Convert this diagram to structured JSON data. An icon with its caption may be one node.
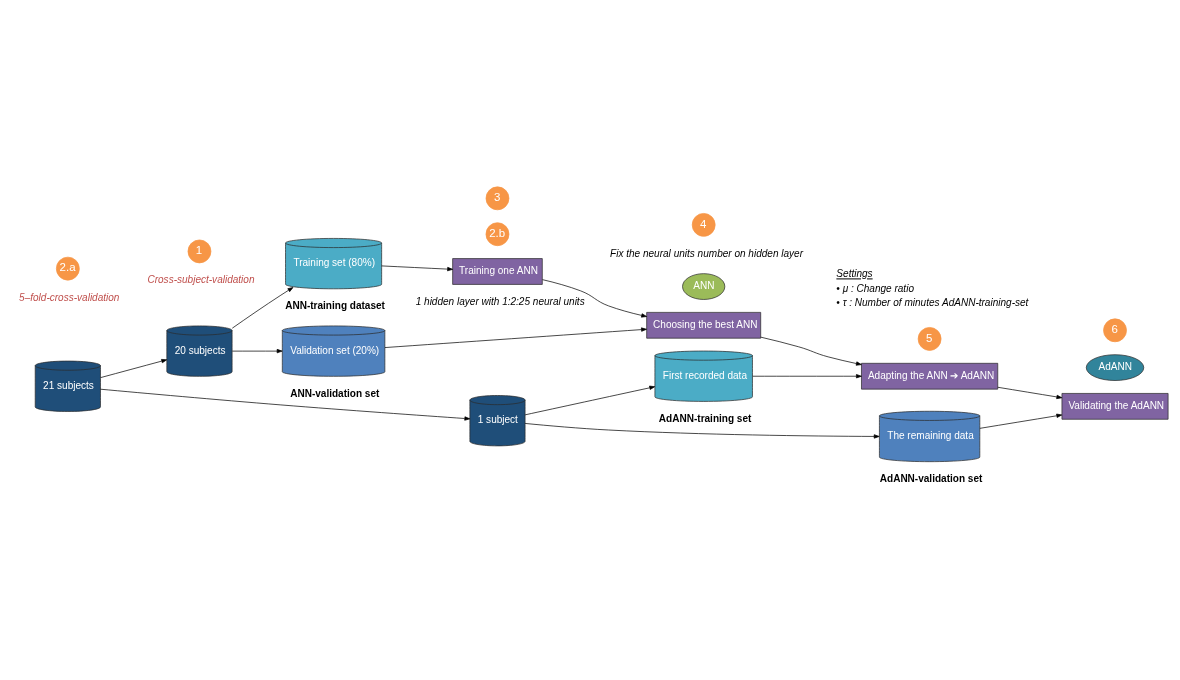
{
  "diagram": {
    "nodes": [
      {
        "text": [
          "21 subjects"
        ]
      },
      {
        "text": [
          "20 subjects"
        ]
      },
      {
        "text": [
          "1 subject"
        ]
      },
      {
        "text": [
          "Training set (80%)"
        ],
        "beside": [
          "ANN-training dataset"
        ]
      },
      {
        "text": [
          "Validation set (20%)"
        ],
        "beside": [
          "ANN-validation set"
        ]
      },
      {
        "text": [
          "First recorded data"
        ],
        "beside": [
          "AdANN-training set"
        ]
      },
      {
        "text": [
          "The remaining data"
        ],
        "beside": [
          "AdANN-validation set"
        ]
      },
      {
        "text": [
          "Training one ANN"
        ],
        "beside": [
          "1 hidden layer with 1:2:25 neural units"
        ]
      },
      {
        "text": [
          "Choosing the best ANN"
        ]
      },
      {
        "text": [
          "Adapting the ANN ➔ AdANN"
        ]
      },
      {
        "text": [
          "Validating the AdANN"
        ]
      },
      {
        "text": [
          "ANN"
        ]
      },
      {
        "text": [
          "AdANN"
        ]
      },
      {
        "text": [
          "1"
        ],
        "beside": [
          "Cross-subject-validation"
        ]
      },
      {
        "text": [
          "2.a"
        ],
        "beside": [
          "5–fold-cross-validation"
        ]
      },
      {
        "text": [
          "2.b"
        ]
      },
      {
        "text": [
          "3"
        ]
      },
      {
        "text": [
          "4"
        ],
        "beside": [
          "Fix the neural units number on hidden layer"
        ]
      },
      {
        "text": [
          "5"
        ]
      },
      {
        "text": [
          "6"
        ]
      }
    ],
    "edges": [
      {
        "from": 0,
        "to": 1,
        "arrow": "to"
      },
      {
        "from": 0,
        "to": 2,
        "arrow": "to"
      },
      {
        "from": 1,
        "to": 3,
        "arrow": "to"
      },
      {
        "from": 1,
        "to": 4,
        "arrow": "to"
      },
      {
        "from": 2,
        "to": 5,
        "arrow": "to"
      },
      {
        "from": 2,
        "to": 6,
        "arrow": "to"
      },
      {
        "from": 3,
        "to": 7,
        "arrow": "to"
      },
      {
        "from": 7,
        "to": 8,
        "arrow": "to"
      },
      {
        "from": 4,
        "to": 8,
        "arrow": "to"
      },
      {
        "from": 8,
        "to": 9,
        "arrow": "to"
      },
      {
        "from": 5,
        "to": 9,
        "arrow": "to"
      },
      {
        "from": 9,
        "to": 10,
        "arrow": "to"
      },
      {
        "from": 6,
        "to": 10,
        "arrow": "to"
      }
    ],
    "labels": [
      "Settings",
      "• μ : Change ratio",
      "• τ : Number of minutes AdANN-training-set"
    ]
  }
}
